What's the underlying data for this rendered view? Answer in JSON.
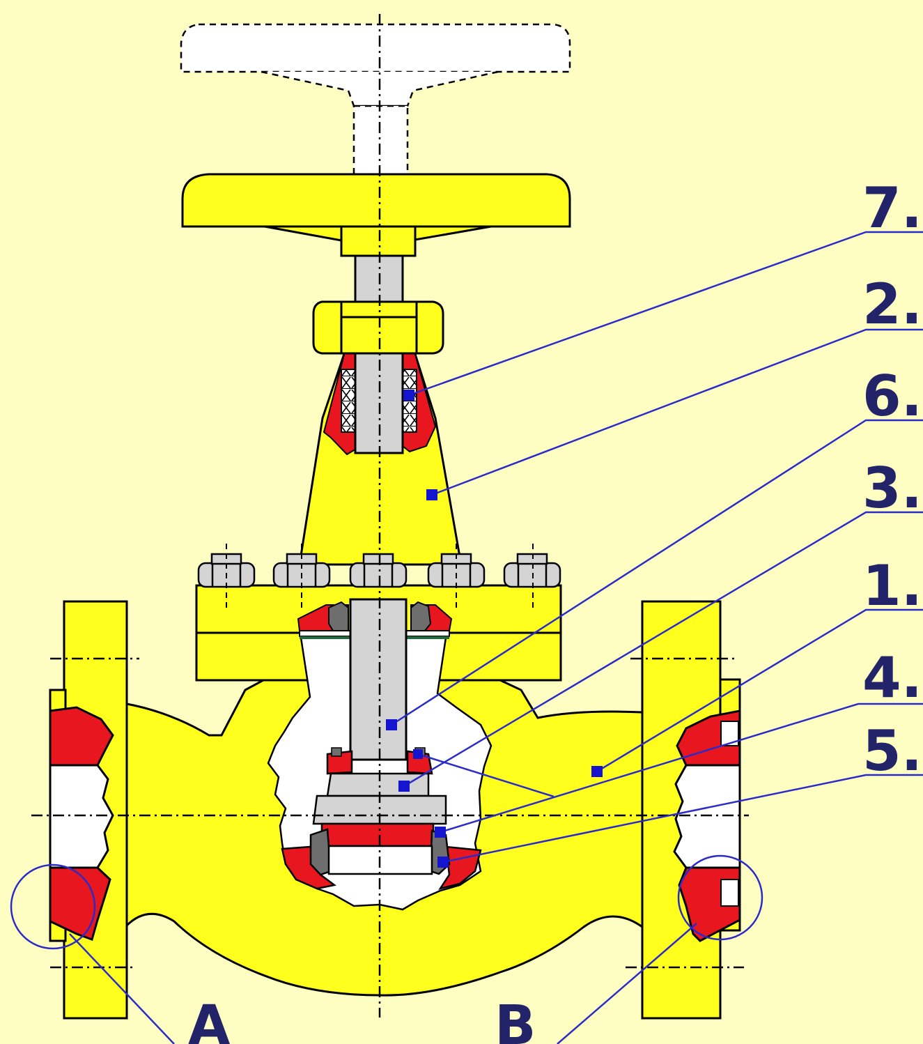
{
  "colors": {
    "background": "#FEFEC2",
    "body": "#FFFF1E",
    "outline": "#000000",
    "section_red": "#E8161E",
    "steel": "#D4D4D4",
    "leader": "#2B2BC8",
    "label": "#23236A",
    "marker": "#1515D0"
  },
  "callouts": [
    {
      "id": "c7",
      "text": "7."
    },
    {
      "id": "c2",
      "text": "2."
    },
    {
      "id": "c6",
      "text": "6."
    },
    {
      "id": "c3",
      "text": "3."
    },
    {
      "id": "c1",
      "text": "1."
    },
    {
      "id": "c4",
      "text": "4."
    },
    {
      "id": "c5",
      "text": "5."
    }
  ],
  "details": [
    {
      "id": "dA",
      "text": "A"
    },
    {
      "id": "dB",
      "text": "B"
    }
  ]
}
